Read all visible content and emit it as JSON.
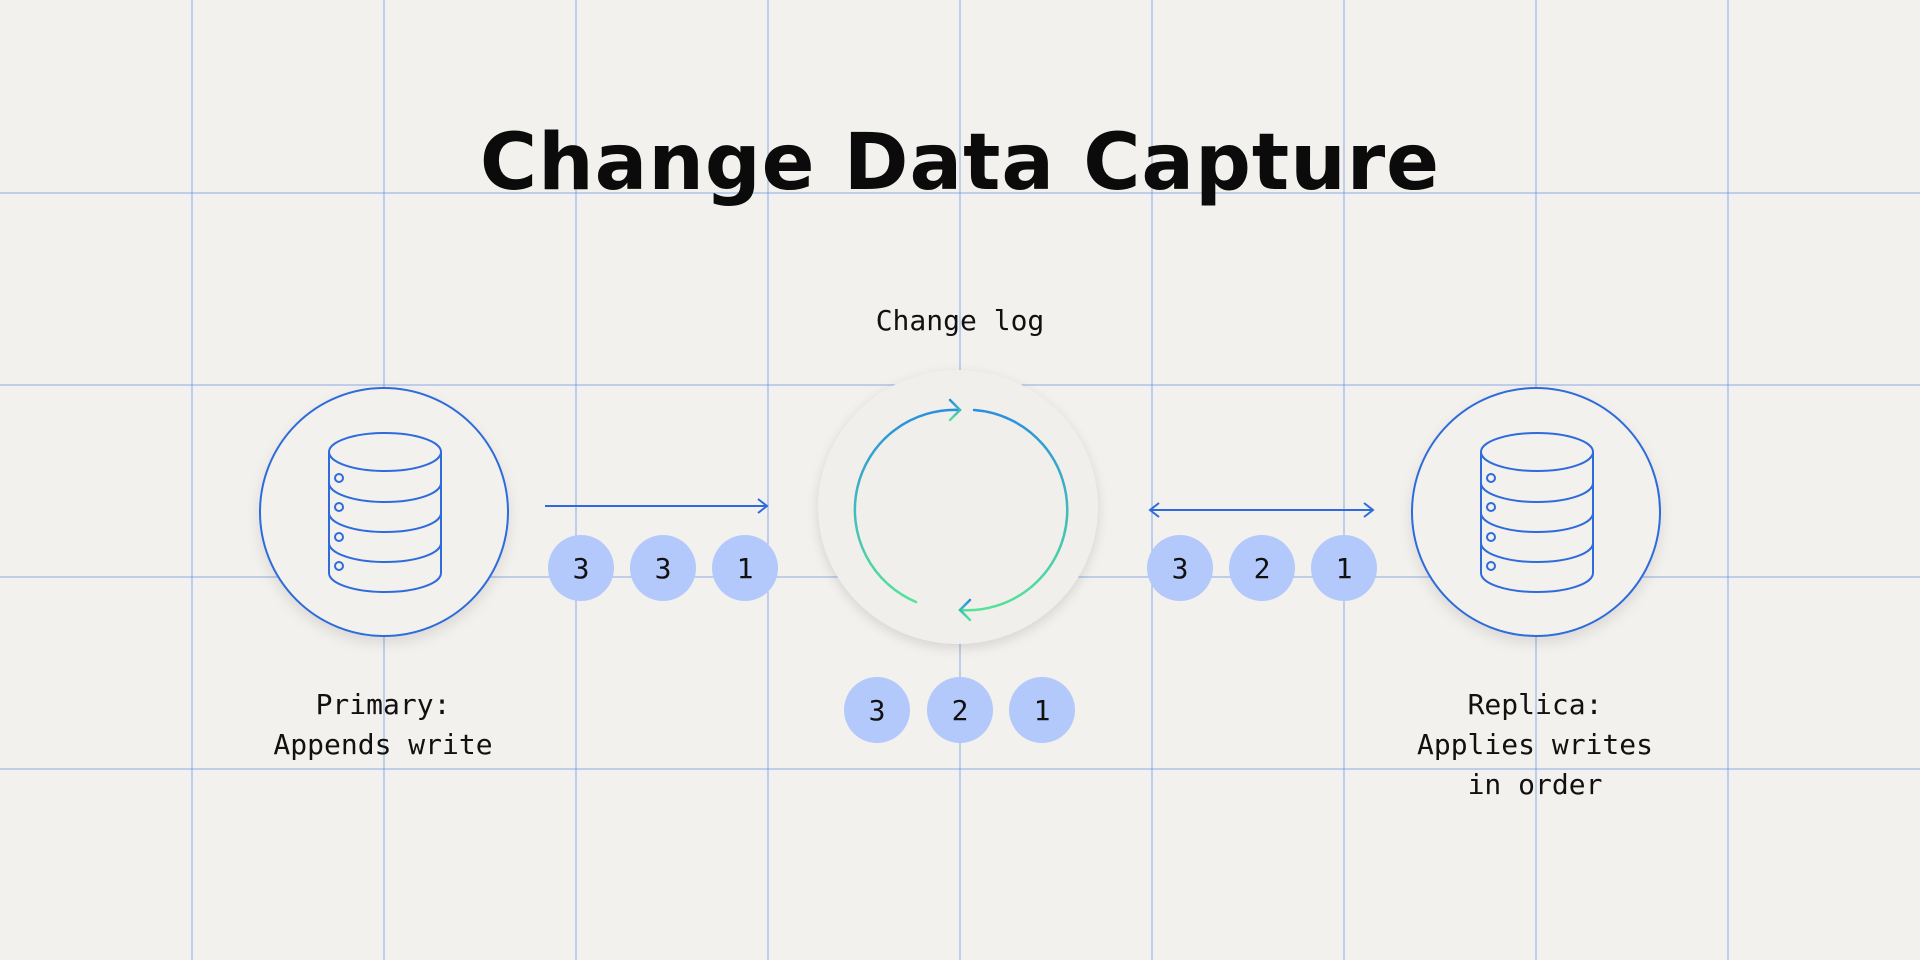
{
  "title": "Change Data Capture",
  "nodes": {
    "primary": {
      "label": "Primary:\nAppends write",
      "icon": "database-icon"
    },
    "log": {
      "label": "Change log",
      "icon": "cycle-arrows-icon"
    },
    "replica": {
      "label": "Replica:\nApplies writes\nin order",
      "icon": "database-icon"
    }
  },
  "queues": {
    "primary_to_log": [
      "3",
      "3",
      "1"
    ],
    "log": [
      "3",
      "2",
      "1"
    ],
    "log_to_replica": [
      "3",
      "2",
      "1"
    ]
  },
  "colors": {
    "background": "#f3f1ed",
    "accent": "#2f6bdc",
    "badge": "#b3c8fb",
    "grid": "#3b6fe0",
    "cycle_start": "#2a8fe0",
    "cycle_end": "#55e39a"
  }
}
